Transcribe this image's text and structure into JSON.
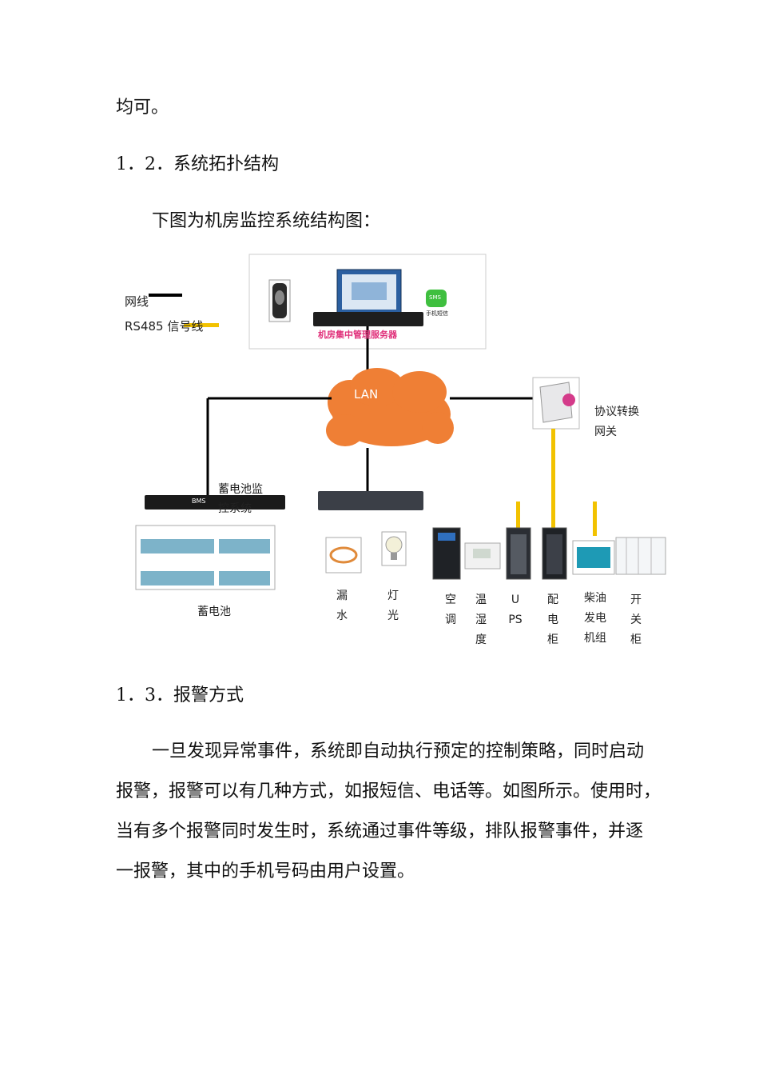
{
  "intro_tail": "均可。",
  "section_12": {
    "heading": "1．2．系统拓扑结构",
    "lead": "下图为机房监控系统结构图："
  },
  "diagram": {
    "legend": {
      "network_line": "网线",
      "rs485_line": "RS485 信号线"
    },
    "server_label": "机房集中管理服务器",
    "sms_label": "SMS",
    "sms_caption": "手机短信",
    "lan_label": "LAN",
    "gateway_label_1": "协议转换",
    "gateway_label_2": "网关",
    "bms_label_1": "蓄电池监",
    "bms_label_2": "控系统",
    "bms_device_text": "BMS",
    "battery_label": "蓄电池",
    "leak_label": "漏水",
    "light_label": "灯光",
    "ac_label": "空调",
    "temp_label": "温湿度",
    "ups_label": "UPS",
    "pdu_label": "配电柜",
    "diesel_label_1": "柴油",
    "diesel_label_2": "发电",
    "diesel_label_3": "机组",
    "switch_label": "开关柜",
    "colors": {
      "cloud": "#ef7f35",
      "rs485": "#f2c200",
      "network": "#000000",
      "server_title": "#e0307a"
    }
  },
  "section_13": {
    "heading": "1．3．报警方式",
    "lines": [
      "一旦发现异常事件，系统即自动执行预定的控制策略，同时启动",
      "报警，报警可以有几种方式，如报短信、电话等。如图所示。使用时，",
      "当有多个报警同时发生时，系统通过事件等级，排队报警事件，并逐",
      "一报警，其中的手机号码由用户设置。"
    ]
  }
}
